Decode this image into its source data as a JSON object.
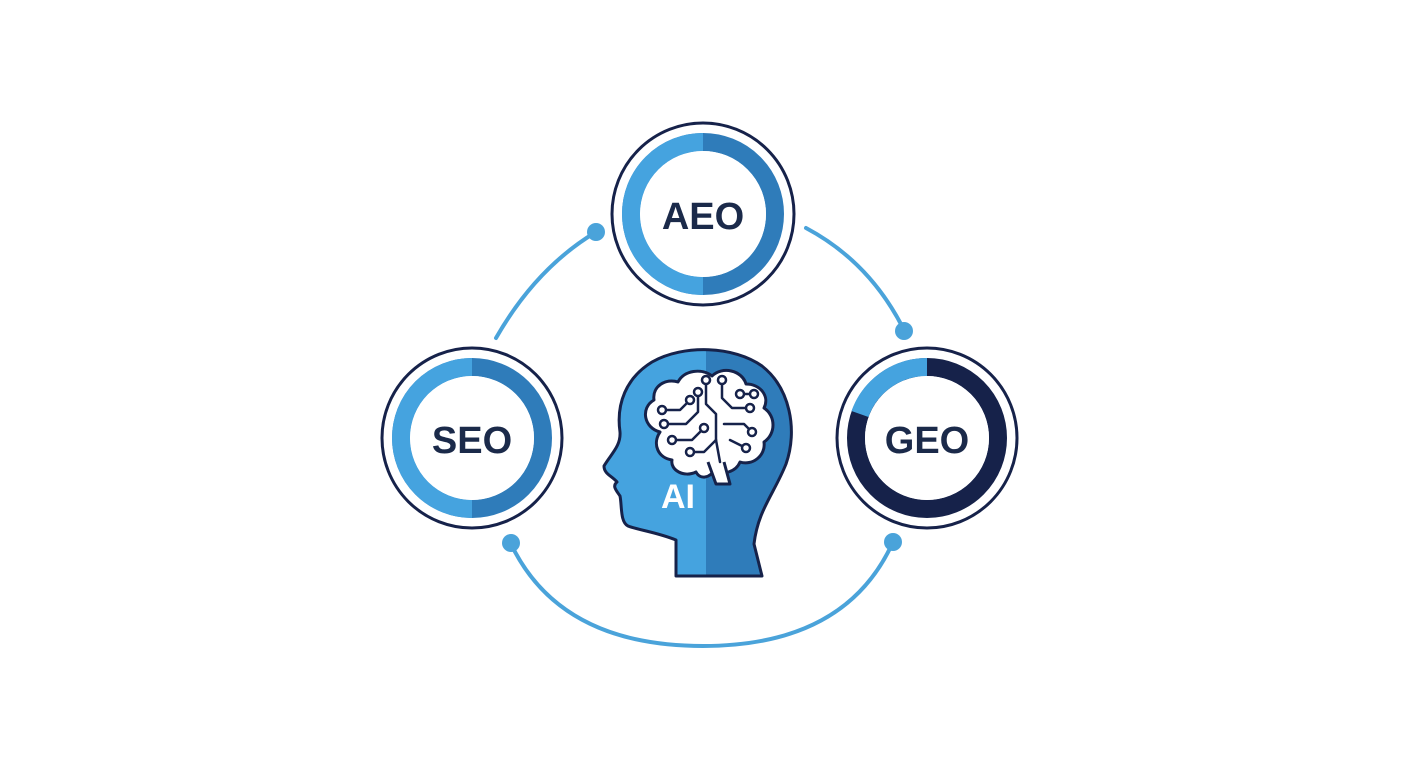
{
  "diagram": {
    "center": {
      "label": "AI"
    },
    "nodes": [
      {
        "id": "aeo",
        "label": "AEO"
      },
      {
        "id": "seo",
        "label": "SEO"
      },
      {
        "id": "geo",
        "label": "GEO"
      }
    ]
  },
  "colors": {
    "background": "#ffffff",
    "navy": "#16224a",
    "blue_light": "#45a3df",
    "blue_mid": "#2f7cba",
    "connector": "#4aa3da",
    "text_dark": "#1b2a4a",
    "text_light": "#ffffff"
  },
  "icons": [
    "brain-circuit-icon",
    "head-profile-icon"
  ]
}
